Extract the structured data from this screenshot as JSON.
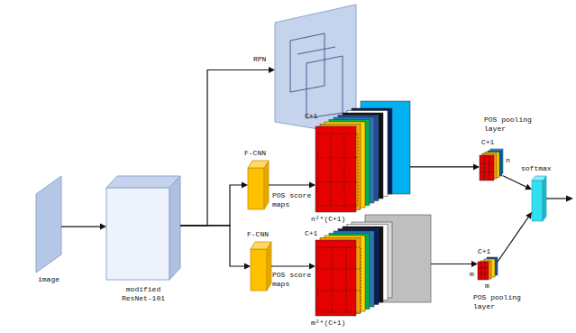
{
  "diagram": {
    "nodes": [
      {
        "text": [
          "image"
        ]
      },
      {
        "text": [
          "modified ResNet-101"
        ]
      },
      {
        "text": [
          "RPN"
        ]
      },
      {
        "text": [
          "F-CNN"
        ]
      },
      {
        "text": [
          "F-CNN"
        ]
      },
      {
        "text": [
          "C+1",
          "POS score maps",
          "n²*(C+1)"
        ]
      },
      {
        "text": [
          "C+1",
          "POS score maps",
          "m²*(C+1)"
        ]
      },
      {
        "text": [
          "POS pooling layer",
          "C+1",
          "n"
        ]
      },
      {
        "text": [
          "C+1",
          "m",
          "m",
          "POS pooling layer"
        ]
      },
      {
        "text": [
          "softmax"
        ]
      }
    ],
    "edges": [
      {
        "from": 0,
        "to": 1,
        "arrow": "to"
      },
      {
        "from": 1,
        "to": 2,
        "arrow": "to"
      },
      {
        "from": 1,
        "to": 3,
        "arrow": "to"
      },
      {
        "from": 1,
        "to": 4,
        "arrow": "to"
      },
      {
        "from": 3,
        "to": 5,
        "arrow": "to"
      },
      {
        "from": 4,
        "to": 6,
        "arrow": "to"
      },
      {
        "from": 5,
        "to": 7,
        "arrow": "to"
      },
      {
        "from": 6,
        "to": 8,
        "arrow": "to"
      },
      {
        "from": 7,
        "to": 9,
        "arrow": "to"
      },
      {
        "from": 8,
        "to": 9,
        "arrow": "to"
      }
    ]
  }
}
